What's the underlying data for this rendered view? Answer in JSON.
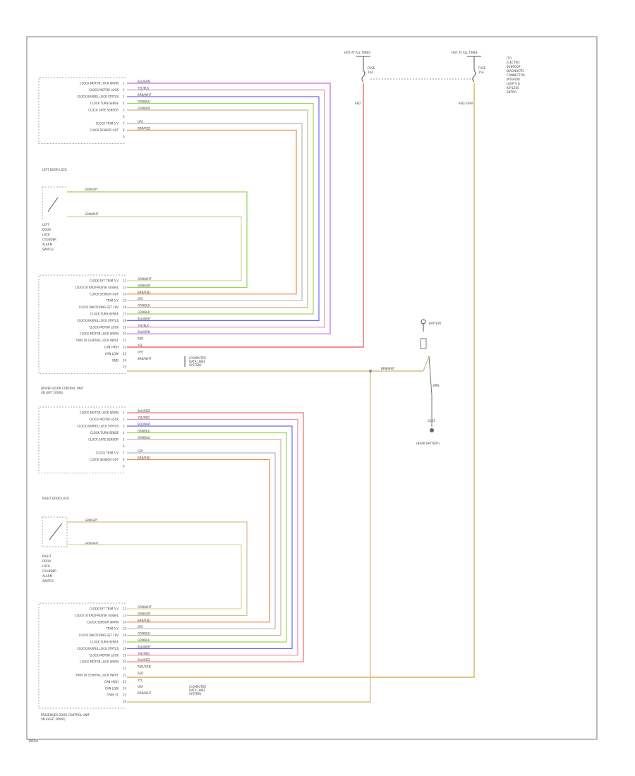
{
  "diagram": {
    "footer_code": "1965ct",
    "colors": {
      "red": "#f06a6a",
      "yellow_brown": "#d7b45a",
      "green": "#9ad45a",
      "purple": "#c06ad8",
      "blue": "#6a6af0",
      "orange": "#f08a4a",
      "gray": "#b8b8b8",
      "pink": "#e88ab8",
      "tan": "#c9b98a",
      "frame": "#777777"
    },
    "fuse_left": {
      "title": "HOT AT ALL TIMES",
      "fuse_label": "FUSE",
      "fuse_number": "10A",
      "wire": "RED"
    },
    "fuse_right": {
      "title": "HOT AT ALL TIMES",
      "fuse_label": "FUSE",
      "fuse_number": "15A",
      "wire": "RED/ GRN",
      "note_lines": [
        "(TO",
        "ELECTRIC",
        "SUNROOF,",
        "DIAGNOSTIC",
        "CONNECTOR,",
        "INTERIOR",
        "LIGHTS &",
        "KEYLESS",
        "ENTRY)"
      ]
    },
    "battery": {
      "label": "BATTERY",
      "gnd_wire": "BRN",
      "ground_label": "G101",
      "ground_desc": "(NEAR BATTERY)",
      "bus_wire": "BRN/WHT"
    },
    "left_door_lock": {
      "title": "LEFT DOOR LOCK",
      "rows": [
        {
          "name": "CLOCK MOTOR LOCK WARN",
          "pin": "1",
          "wire": "BLU/GRN"
        },
        {
          "name": "CLOCK MOTOR LOCK",
          "pin": "2",
          "wire": "YEL/BLK"
        },
        {
          "name": "CLOCK BARREL LOCK STATUS",
          "pin": "3",
          "wire": "BRN/WHT"
        },
        {
          "name": "CLOCK TURN SENSE",
          "pin": "4",
          "wire": "GRN/BLU"
        },
        {
          "name": "CLOCK SAFE SENSOR",
          "pin": "5",
          "wire": "GRN/BLK"
        },
        {
          "name": "",
          "pin": "6",
          "wire": ""
        },
        {
          "name": "CLOCK TRIM 5 V",
          "pin": "7",
          "wire": "GRY"
        },
        {
          "name": "CLOCK SENSOR OUT",
          "pin": "8",
          "wire": "BRN/RED"
        },
        {
          "name": "",
          "pin": "9",
          "wire": ""
        }
      ]
    },
    "left_switch": {
      "lines": [
        "LEFT",
        "DOOR",
        "LOCK",
        "CYLINDER",
        "ALARM",
        "SWITCH"
      ],
      "wire_top": "GRN/GRY",
      "wire_bottom": "GRN/WHT"
    },
    "driver_module": {
      "title_lines": [
        "DRIVER DOOR CONTROL UNIT",
        "(IN LEFT DOOR)"
      ],
      "rows": [
        {
          "name": "CLOCK EXT TRIM 5 V",
          "pin": "12",
          "wire": "GRN/WHT"
        },
        {
          "name": "CLOCK STEADY-MOVER SIGNAL",
          "pin": "13",
          "wire": "GRN/GRY"
        },
        {
          "name": "CLOCK SENSOR OUT",
          "pin": "14",
          "wire": "BRN/RED"
        },
        {
          "name": "TRIM 5 V",
          "pin": "15",
          "wire": "GRY"
        },
        {
          "name": "CLOCK UNLOCKING SET 10V",
          "pin": "16",
          "wire": "GRN/BLK"
        },
        {
          "name": "CLOCK TURN SENSE",
          "pin": "17",
          "wire": "GRN/BLU"
        },
        {
          "name": "CLOCK BARREL LOCK STATUS",
          "pin": "18",
          "wire": "BLU/WHT"
        },
        {
          "name": "CLOCK MOTOR LOCK",
          "pin": "19",
          "wire": "YEL/BLK"
        },
        {
          "name": "CLOCK MOTOR LOCK WARN",
          "pin": "20",
          "wire": "BLU/GRN"
        },
        {
          "name": "TRIM 10 CENTRAL LOCK INPUT",
          "pin": "21",
          "wire": "RED"
        },
        {
          "name": "CAN HIGH",
          "pin": "22",
          "wire": "YEL"
        },
        {
          "name": "CAN LOW",
          "pin": "23",
          "wire": "GRY"
        },
        {
          "name": "GND",
          "pin": "24",
          "wire": "BRN/WHT"
        },
        {
          "name": "",
          "pin": "25",
          "wire": ""
        }
      ],
      "data_note": [
        "(COMPUTER",
        "DATA LINES",
        "SYSTEM)"
      ]
    },
    "right_door_lock": {
      "title": "RIGHT DOOR LOCK",
      "rows": [
        {
          "name": "CLOCK MOTOR LOCK WARN",
          "pin": "1",
          "wire": "BLU/RED"
        },
        {
          "name": "CLOCK MOTOR LOCK",
          "pin": "2",
          "wire": "YEL/RED"
        },
        {
          "name": "CLOCK BARREL LOCK STATUS",
          "pin": "3",
          "wire": "BLU/WHT"
        },
        {
          "name": "CLOCK TURN SENSE",
          "pin": "4",
          "wire": "GRN/BLU"
        },
        {
          "name": "CLOCK SAFE SENSOR",
          "pin": "5",
          "wire": "GRN/BLK"
        },
        {
          "name": "",
          "pin": "6",
          "wire": ""
        },
        {
          "name": "CLOCK TRIM 5 V",
          "pin": "7",
          "wire": "GRY"
        },
        {
          "name": "CLOCK SENSOR OUT",
          "pin": "8",
          "wire": "BRN/RED"
        },
        {
          "name": "",
          "pin": "9",
          "wire": ""
        }
      ]
    },
    "right_switch": {
      "lines": [
        "RIGHT",
        "DOOR",
        "LOCK",
        "CYLINDER",
        "ALARM",
        "SWITCH"
      ],
      "wire_top": "GRN/GRY",
      "wire_bottom": "GRN/WHT"
    },
    "passenger_module": {
      "title_lines": [
        "PASSENGER DOOR CONTROL UNIT",
        "(IN RIGHT DOOR)"
      ],
      "rows": [
        {
          "name": "CLOCK EXT TRIM 5 V",
          "pin": "12",
          "wire": "GRN/WHT"
        },
        {
          "name": "CLOCK STEADY-MOVER SIGNAL",
          "pin": "13",
          "wire": "GRN/GRY"
        },
        {
          "name": "CLOCK SENSOR WARN",
          "pin": "14",
          "wire": "BRN/RED"
        },
        {
          "name": "TRIM 5 V",
          "pin": "15",
          "wire": "GRY"
        },
        {
          "name": "CLOCK UNLOCKING SET 10V",
          "pin": "16",
          "wire": "GRN/BLK"
        },
        {
          "name": "CLOCK TURN SENSE",
          "pin": "17",
          "wire": "GRN/BLU"
        },
        {
          "name": "CLOCK BARREL LOCK STATUS",
          "pin": "18",
          "wire": "BLU/WHT"
        },
        {
          "name": "CLOCK MOTOR LOCK",
          "pin": "19",
          "wire": "YEL/RED"
        },
        {
          "name": "CLOCK MOTOR LOCK WARN",
          "pin": "20",
          "wire": "BLU/RED"
        },
        {
          "name": "",
          "pin": "21",
          "wire": "RED/GRN"
        },
        {
          "name": "TRIM 10 CENTRAL LOCK INPUT",
          "pin": "22",
          "wire": "RED"
        },
        {
          "name": "CAN HIGH",
          "pin": "23",
          "wire": "YEL"
        },
        {
          "name": "CAN LOW",
          "pin": "24",
          "wire": "GRY"
        },
        {
          "name": "TRIM 31",
          "pin": "25",
          "wire": "BRN/WHT"
        },
        {
          "name": "",
          "pin": "26",
          "wire": ""
        }
      ],
      "data_note": [
        "(COMPUTER",
        "DATA LINES",
        "SYSTEM)"
      ]
    }
  }
}
